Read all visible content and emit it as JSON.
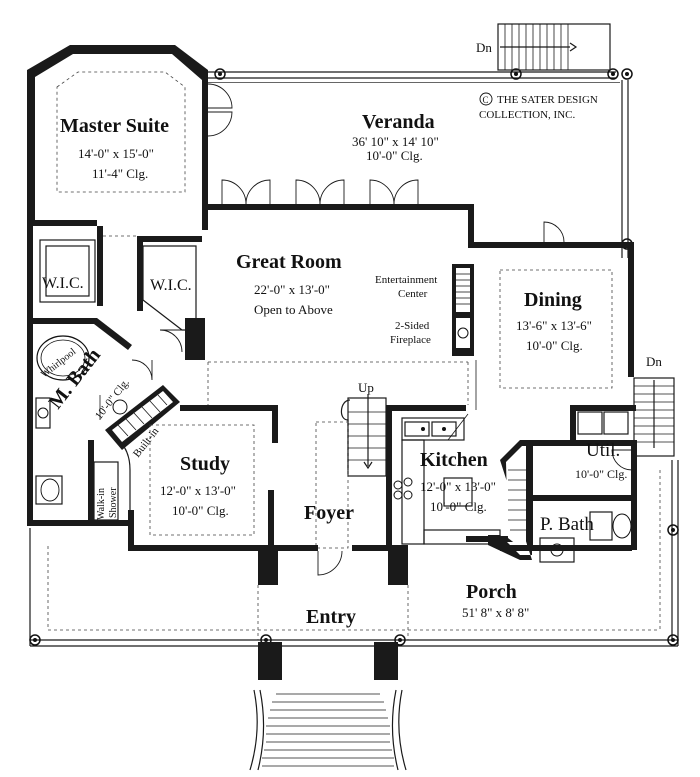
{
  "rooms": {
    "master_suite": {
      "name": "Master Suite",
      "size": "14'-0\" x 15'-0\"",
      "ceiling": "11'-4\" Clg."
    },
    "veranda": {
      "name": "Veranda",
      "size": "36' 10\" x 14' 10\"",
      "ceiling": "10'-0\" Clg."
    },
    "great_room": {
      "name": "Great Room",
      "size": "22'-0\" x 13'-0\"",
      "note": "Open to Above"
    },
    "dining": {
      "name": "Dining",
      "size": "13'-6\" x 13'-6\"",
      "ceiling": "10'-0\" Clg."
    },
    "wic_left": {
      "name": "W.I.C."
    },
    "wic_right": {
      "name": "W.I.C."
    },
    "m_bath": {
      "name": "M. Bath",
      "ceiling": "10'-0\" Clg."
    },
    "study": {
      "name": "Study",
      "size": "12'-0\" x 13'-0\"",
      "ceiling": "10'-0\" Clg."
    },
    "foyer": {
      "name": "Foyer"
    },
    "kitchen": {
      "name": "Kitchen",
      "size": "12'-0\" x 13'-0\"",
      "ceiling": "10'-0\" Clg."
    },
    "util": {
      "name": "Util.",
      "ceiling": "10'-0\" Clg."
    },
    "p_bath": {
      "name": "P. Bath"
    },
    "porch": {
      "name": "Porch",
      "size": "51' 8\" x 8' 8\""
    },
    "entry": {
      "name": "Entry"
    }
  },
  "labels": {
    "dn_top": "Dn",
    "dn_right": "Dn",
    "up": "Up",
    "entertainment_1": "Entertainment",
    "entertainment_2": "Center",
    "fireplace_1": "2-Sided",
    "fireplace_2": "Fireplace",
    "whirlpool": "Whirlpool",
    "built_in": "Built-in",
    "walk_in_1": "Walk-in",
    "walk_in_2": "Shower"
  },
  "copyright": {
    "symbol": "C",
    "line1": "THE SATER DESIGN",
    "line2": "COLLECTION, INC."
  }
}
